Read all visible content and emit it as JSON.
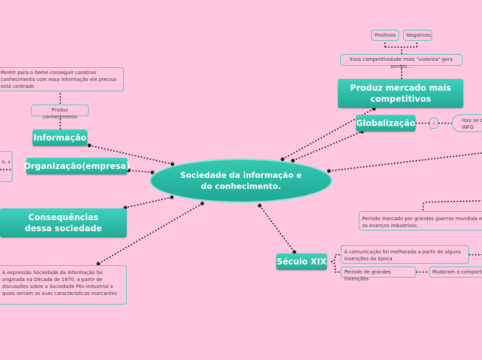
{
  "center": "Sociedade da informação e do conhecimento.",
  "topics": {
    "informacao": "Informação",
    "organizacao": "Organização(empresa)",
    "consequencias": "Consequências dessa sociedade",
    "produz_mercado": "Produz mercado mais competitivos",
    "globalizacao": "Globalização",
    "seculo_xix": "Século XIX"
  },
  "notes": {
    "positivos": "Positivos",
    "negativos": "Negativos",
    "competitividade": "Essa competitividade mais \"violenta\" gera pontos...",
    "porem": "Porém para o home conseguir construir conhecimento com essa informação  ele precisa está centrado",
    "produz_conhecimento": "Produz conhecimento",
    "org_note": "o, s",
    "slash": "/",
    "isso_se": "Isso se d DE INFO",
    "periodo_guerras": "Período marcado por grandes guerras mundiais e os avanços industriais;",
    "comunicacao": "A comunicação foi melhorada a partir de alguns invenções da época",
    "grandes_invencoes": "Período de grandes invenções",
    "mudaram": "Mudaram o comporta",
    "expressao": "A expressão Sociedade da Informação foi originada na Década de 1970, a partir de discussões sobre a Sociedade Pós-Industrial e quais seriam as suas características marcantes"
  },
  "colors": {
    "background": "#ffc8e0",
    "topic": "#2bbba5",
    "note_border": "#4fc9bd",
    "link": "#000000"
  }
}
